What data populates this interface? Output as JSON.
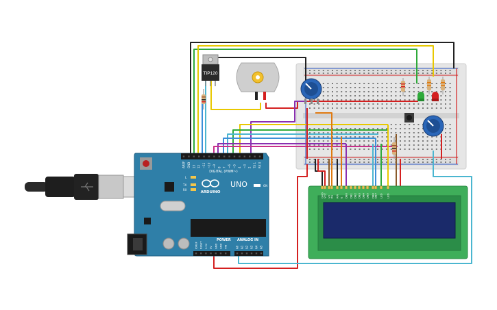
{
  "transistor": {
    "label": "TIP120"
  },
  "arduino": {
    "model": "UNO",
    "brand": "ARDUINO",
    "digital_header": "DIGITAL (PWM~)",
    "power_label": "POWER",
    "analog_label": "ANALOG IN",
    "on_label": "ON",
    "led_l": "L",
    "led_tx": "TX",
    "led_rx": "RX",
    "top_pins": [
      "AREF",
      "GND",
      "13",
      "12",
      "~11",
      "~10",
      "~9",
      "8",
      "7",
      "~6",
      "~5",
      "4",
      "~3",
      "2",
      "TX 1",
      "RX 0"
    ],
    "power_pins": [
      "IOREF",
      "RESET",
      "3.3V",
      "5V",
      "GND",
      "GND",
      "VIN"
    ],
    "analog_pins": [
      "A0",
      "A1",
      "A2",
      "A3",
      "A4",
      "A5"
    ]
  },
  "lcd": {
    "pins": [
      "GND",
      "VCC",
      "V0",
      "RS",
      "RW",
      "E",
      "DB0",
      "DB1",
      "DB2",
      "DB3",
      "DB4",
      "DB5",
      "DB6",
      "DB7",
      "LED",
      "LED"
    ]
  },
  "colors": {
    "wire_black": "#222222",
    "wire_red": "#d42020",
    "wire_yellow": "#e8c800",
    "wire_green": "#2eaa3a",
    "wire_blue": "#3c8fd8",
    "wire_cyan": "#4bb6d0",
    "wire_purple": "#8a2fb0",
    "wire_orange": "#e07a10",
    "wire_brown": "#8a5a2a",
    "arduino_board": "#2f7fa8",
    "lcd_board": "#3fae5a",
    "lcd_screen": "#1a2a6a",
    "breadboard": "#e6e6e6"
  }
}
